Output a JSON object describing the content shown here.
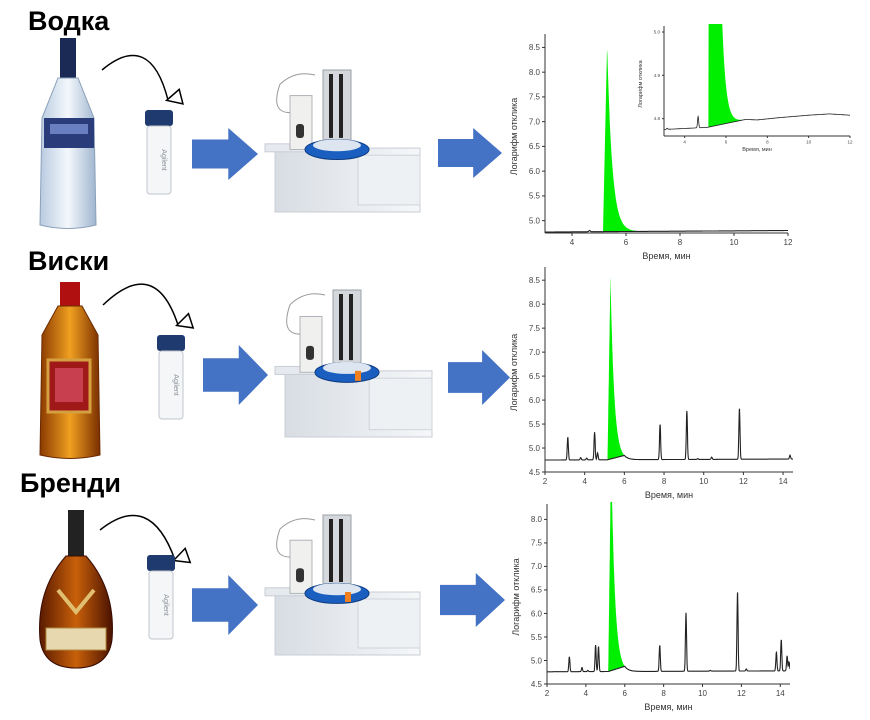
{
  "rows": [
    {
      "label": "Водка",
      "vial_label": "Agilent"
    },
    {
      "label": "Виски",
      "vial_label": "Agilent"
    },
    {
      "label": "Бренди",
      "vial_label": "Agilent"
    }
  ],
  "colors": {
    "arrow": "#4472C4",
    "ethanol_peak": "#00EE00",
    "trace": "#222222",
    "vial_cap": "#1F3A6E"
  },
  "chart_data": [
    {
      "id": "vodka",
      "type": "line",
      "xlabel": "Время, мин",
      "ylabel": "Логарифм отклика",
      "xlim": [
        3,
        12
      ],
      "ylim": [
        4.75,
        8.65
      ],
      "xticks": [
        4,
        6,
        8,
        10,
        12
      ],
      "yticks": [
        5.0,
        5.5,
        6.0,
        6.5,
        7.0,
        7.5,
        8.0,
        8.5
      ],
      "baseline": [
        [
          3,
          4.77
        ],
        [
          12,
          4.8
        ]
      ],
      "peaks": [
        [
          4.65,
          4.8
        ]
      ],
      "ethanol": {
        "start": 5.15,
        "apex": 5.3,
        "height": 8.57,
        "tail_end": 6.9
      }
    },
    {
      "id": "vodka-inset",
      "type": "line",
      "xlabel": "Время, мин",
      "ylabel": "Логарифм отклика",
      "xlim": [
        3,
        12
      ],
      "ylim": [
        4.76,
        5.0
      ],
      "xticks": [
        4,
        6,
        8,
        10,
        12
      ],
      "yticks": [
        4.8,
        4.9,
        5.0
      ],
      "baseline": [
        [
          3,
          4.775
        ],
        [
          5.1,
          4.78
        ],
        [
          7,
          4.798
        ],
        [
          7.5,
          4.797
        ],
        [
          8.5,
          4.802
        ],
        [
          10,
          4.808
        ],
        [
          11,
          4.811
        ],
        [
          12,
          4.808
        ]
      ],
      "peaks": [
        [
          3.15,
          4.778
        ],
        [
          4.65,
          4.805
        ]
      ],
      "ethanol": {
        "start": 5.15,
        "apex": 5.3,
        "height": 8.57,
        "tail_end": 6.9
      }
    },
    {
      "id": "whisky",
      "type": "line",
      "xlabel": "Время, мин",
      "ylabel": "Логарифм отклика",
      "xlim": [
        2,
        14.5
      ],
      "ylim": [
        4.5,
        8.65
      ],
      "xticks": [
        2,
        4,
        6,
        8,
        10,
        12,
        14
      ],
      "yticks": [
        4.5,
        5.0,
        5.5,
        6.0,
        6.5,
        7.0,
        7.5,
        8.0,
        8.5
      ],
      "baseline": [
        [
          2,
          4.75
        ],
        [
          14.5,
          4.77
        ]
      ],
      "peaks": [
        [
          3.15,
          5.23
        ],
        [
          3.8,
          4.8
        ],
        [
          4.1,
          4.79
        ],
        [
          4.5,
          5.33
        ],
        [
          4.65,
          4.9
        ],
        [
          7.8,
          5.5
        ],
        [
          9.15,
          5.78
        ],
        [
          9.7,
          4.78
        ],
        [
          10.4,
          4.81
        ],
        [
          11.8,
          5.84
        ],
        [
          14.35,
          4.85
        ]
      ],
      "ethanol": {
        "start": 5.15,
        "apex": 5.3,
        "height": 8.6,
        "tail_end": 6.0
      }
    },
    {
      "id": "brandy",
      "type": "line",
      "xlabel": "Время, мин",
      "ylabel": "Логарифм отклика",
      "xlim": [
        2,
        14.5
      ],
      "ylim": [
        4.5,
        8.2
      ],
      "xticks": [
        2,
        4,
        6,
        8,
        10,
        12,
        14
      ],
      "yticks": [
        4.5,
        5.0,
        5.5,
        6.0,
        6.5,
        7.0,
        7.5,
        8.0
      ],
      "baseline": [
        [
          2,
          4.76
        ],
        [
          14.5,
          4.78
        ]
      ],
      "peaks": [
        [
          3.15,
          5.08
        ],
        [
          3.8,
          4.85
        ],
        [
          4.1,
          4.79
        ],
        [
          4.5,
          5.33
        ],
        [
          4.65,
          5.3
        ],
        [
          7.8,
          5.33
        ],
        [
          9.15,
          6.02
        ],
        [
          10.4,
          4.79
        ],
        [
          11.8,
          6.48
        ],
        [
          12.25,
          4.82
        ],
        [
          13.8,
          5.18
        ],
        [
          14.05,
          5.45
        ],
        [
          14.35,
          5.1
        ],
        [
          14.45,
          4.97
        ]
      ],
      "ethanol": {
        "start": 5.15,
        "apex": 5.3,
        "height": 9.5,
        "tail_end": 6.0
      }
    }
  ]
}
